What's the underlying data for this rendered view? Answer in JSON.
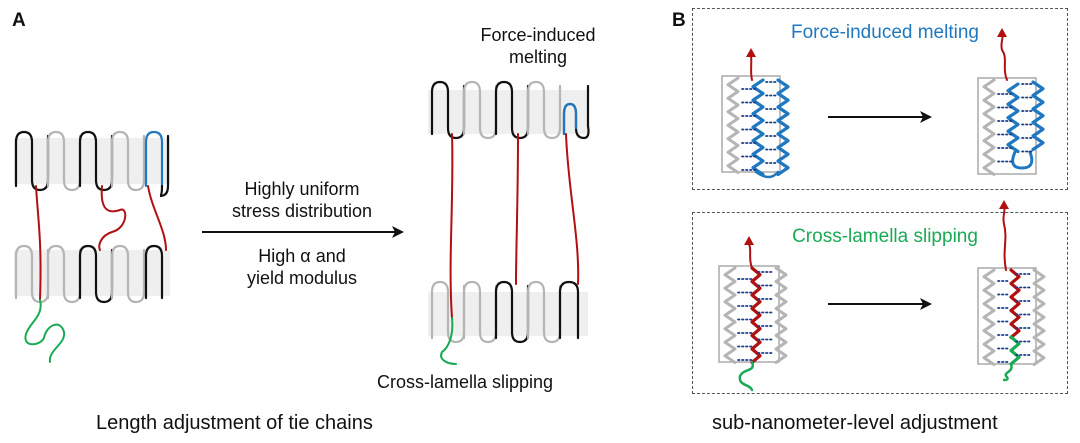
{
  "panel_a": {
    "label": "A",
    "arrow_top_line1": "Highly uniform",
    "arrow_top_line2": "stress distribution",
    "arrow_bottom_line1": "High α and",
    "arrow_bottom_line2": "yield modulus",
    "annotation_top_line1": "Force-induced",
    "annotation_top_line2": "melting",
    "annotation_bottom": "Cross-lamella slipping",
    "caption": "Length adjustment of tie chains"
  },
  "panel_b": {
    "label": "B",
    "top_box_title": "Force-induced melting",
    "bottom_box_title": "Cross-lamella slipping",
    "caption": "sub-nanometer-level adjustment"
  },
  "colors": {
    "black_chain": "#111111",
    "gray_chain": "#b5b5b5",
    "tie_chain_red": "#b01010",
    "melting_blue": "#1f78c0",
    "slipping_green": "#1aaa55",
    "lamella_band": "#efefef",
    "hbond_dots": "#1a3a8a"
  }
}
